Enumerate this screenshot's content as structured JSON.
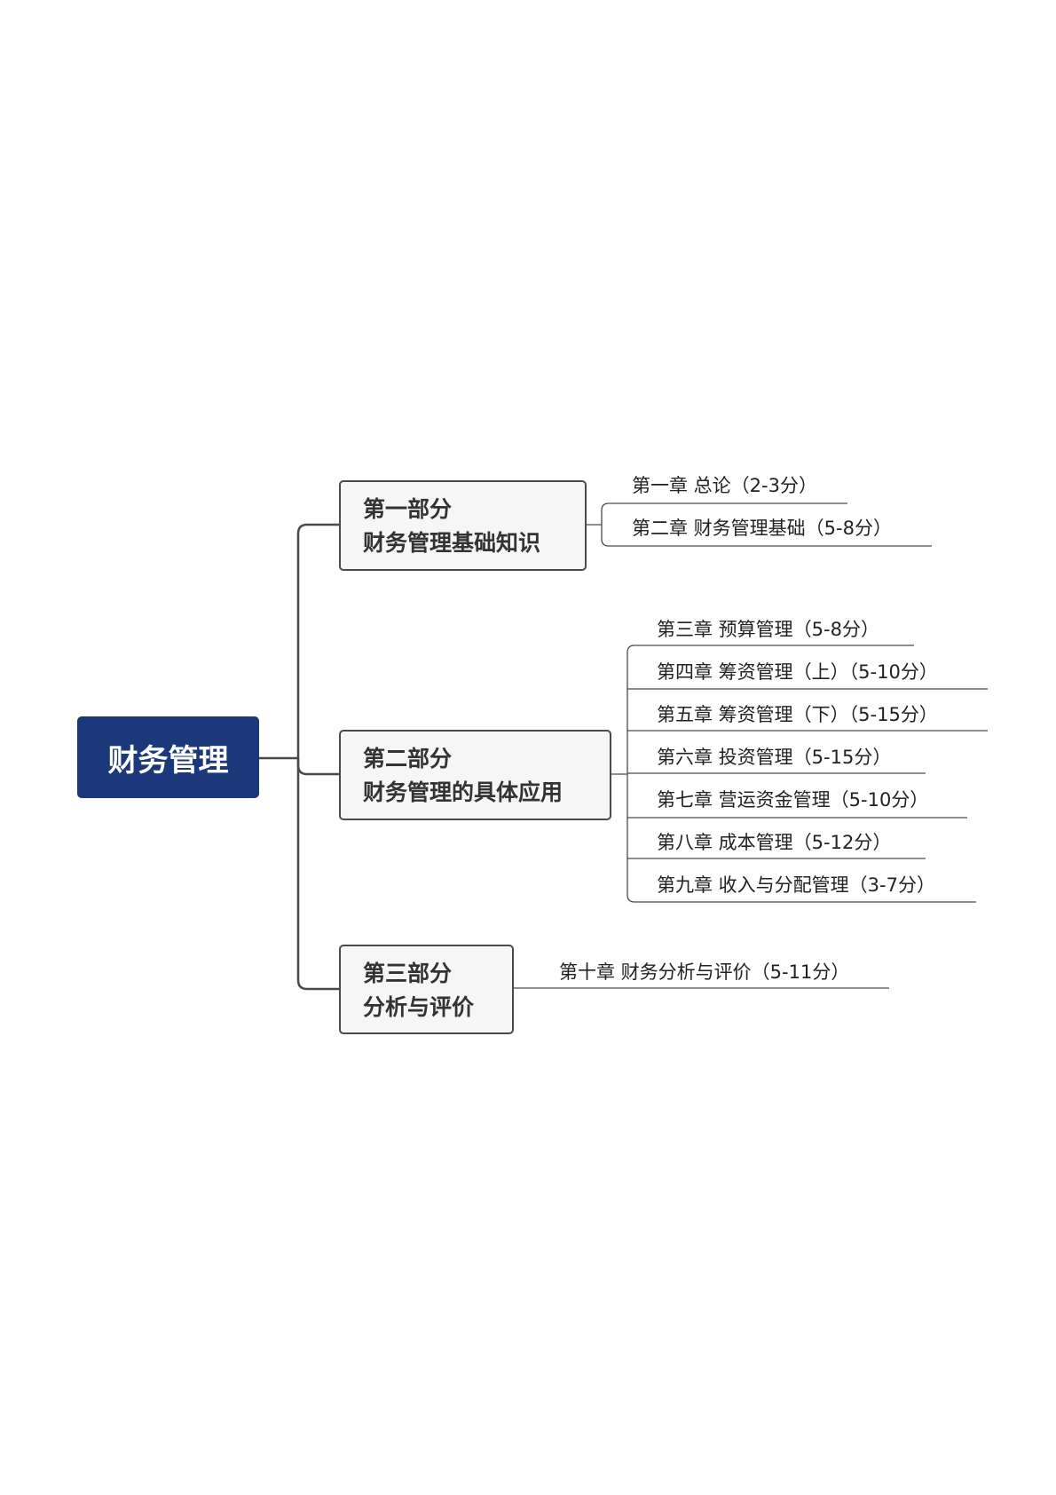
{
  "root": {
    "label": "财务管理"
  },
  "parts": [
    {
      "title": "第一部分",
      "subtitle": "财务管理基础知识",
      "chapters": [
        "第一章 总论（2-3分）",
        "第二章 财务管理基础（5-8分）"
      ]
    },
    {
      "title": "第二部分",
      "subtitle": "财务管理的具体应用",
      "chapters": [
        "第三章 预算管理（5-8分）",
        "第四章 筹资管理（上）（5-10分）",
        "第五章 筹资管理（下）（5-15分）",
        "第六章 投资管理（5-15分）",
        "第七章 营运资金管理（5-10分）",
        "第八章 成本管理（5-12分）",
        "第九章 收入与分配管理（3-7分）"
      ]
    },
    {
      "title": "第三部分",
      "subtitle": "分析与评价",
      "chapters": [
        "第十章 财务分析与评价（5-11分）"
      ]
    }
  ],
  "colors": {
    "root_bg": "#1b387b",
    "line": "#4a4a4a",
    "box_bg": "#f6f6f6"
  }
}
